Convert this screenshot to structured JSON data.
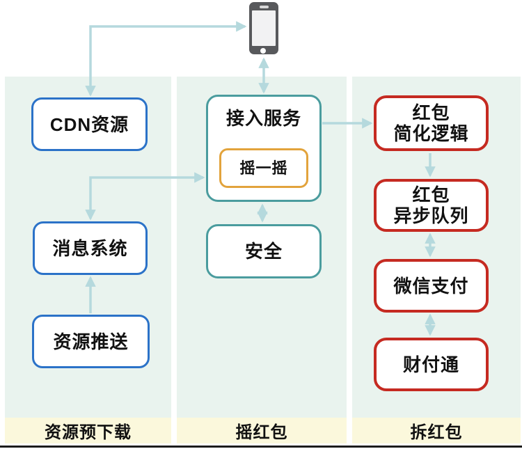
{
  "diagram": {
    "device": {
      "icon": "smartphone-icon",
      "description": "mobile phone client"
    },
    "columns": [
      {
        "id": "resource-predownload",
        "footer": "资源预下载",
        "accent": "#2B72C8",
        "boxes": [
          {
            "label": "CDN资源"
          },
          {
            "label": "消息系统"
          },
          {
            "label": "资源推送"
          }
        ]
      },
      {
        "id": "shake-redpacket",
        "footer": "摇红包",
        "accent": "#4A9C9E",
        "boxes": [
          {
            "label": "接入服务"
          },
          {
            "label": "摇一摇",
            "accent": "#E2A33C"
          },
          {
            "label": "安全"
          }
        ]
      },
      {
        "id": "open-redpacket",
        "footer": "拆红包",
        "accent": "#C52A21",
        "boxes": [
          {
            "lines": [
              "红包",
              "简化逻辑"
            ]
          },
          {
            "lines": [
              "红包",
              "异步队列"
            ]
          },
          {
            "label": "微信支付"
          },
          {
            "label": "财付通"
          }
        ]
      }
    ],
    "edges": [
      "手机 ↔ CDN资源",
      "手机 ↔ 接入服务",
      "消息系统 ↔ 接入服务",
      "资源推送 → 消息系统",
      "接入服务 → 红包简化逻辑",
      "红包简化逻辑 → 红包异步队列",
      "红包异步队列 ↔ 微信支付",
      "微信支付 ↔ 财付通",
      "接入服务 ↔ 安全"
    ],
    "colors": {
      "panel_background": "#E9F3EE",
      "footer_background": "#FBF8DC",
      "arrow": "#B5D9DD",
      "blue_border": "#2B72C8",
      "teal_border": "#4A9C9E",
      "orange_border": "#E2A33C",
      "red_border": "#C52A21",
      "phone_body": "#58595C",
      "bottom_rule": "#1B1B1B"
    }
  }
}
